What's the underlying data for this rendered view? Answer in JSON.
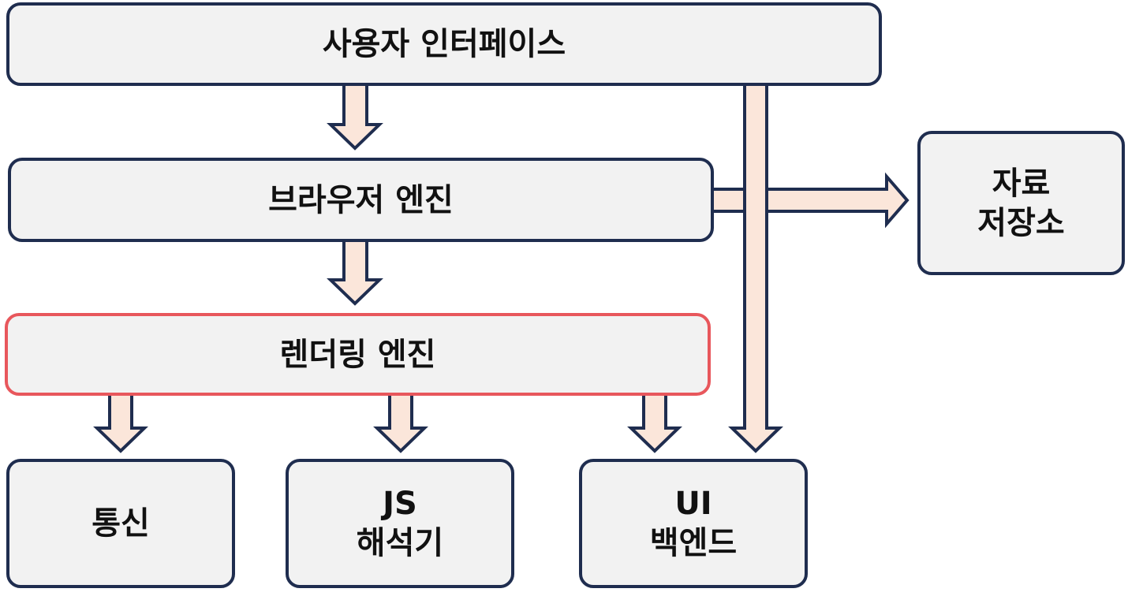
{
  "diagram": {
    "nodes": {
      "user_interface": {
        "label": "사용자 인터페이스"
      },
      "browser_engine": {
        "label": "브라우저 엔진"
      },
      "rendering_engine": {
        "label": "렌더링 엔진",
        "highlighted": true
      },
      "data_storage": {
        "lines": [
          "자료",
          "저장소"
        ]
      },
      "networking": {
        "label": "통신"
      },
      "js_interpreter": {
        "lines": [
          "JS",
          "해석기"
        ]
      },
      "ui_backend": {
        "lines": [
          "UI",
          "백엔드"
        ]
      }
    },
    "edges": [
      {
        "from": "user_interface",
        "to": "browser_engine"
      },
      {
        "from": "user_interface",
        "to": "ui_backend"
      },
      {
        "from": "browser_engine",
        "to": "rendering_engine"
      },
      {
        "from": "browser_engine",
        "to": "data_storage"
      },
      {
        "from": "rendering_engine",
        "to": "networking"
      },
      {
        "from": "rendering_engine",
        "to": "js_interpreter"
      },
      {
        "from": "rendering_engine",
        "to": "ui_backend"
      }
    ],
    "colors": {
      "box_fill": "#f2f2f2",
      "box_border": "#1f2d4f",
      "highlight_border": "#e8575c",
      "arrow_fill": "#fbe6da",
      "arrow_border": "#1f2d4f"
    }
  }
}
